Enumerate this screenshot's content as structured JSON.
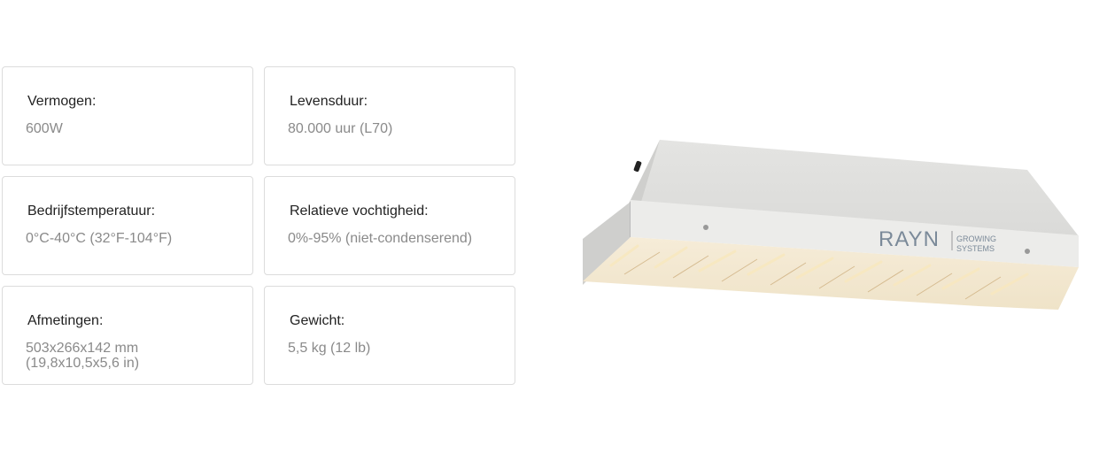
{
  "specs": [
    {
      "label": "Vermogen:",
      "value": "600W"
    },
    {
      "label": "Levensduur:",
      "value": "80.000 uur (L70)"
    },
    {
      "label": "Bedrijfstemperatuur:",
      "value": "0°C-40°C (32°F-104°F)"
    },
    {
      "label": "Relatieve vochtigheid:",
      "value": "0%-95% (niet-condenserend)"
    },
    {
      "label": "Afmetingen:",
      "value": "503x266x142 mm",
      "value2": "(19,8x10,5x5,6 in)"
    },
    {
      "label": "Gewicht:",
      "value": "5,5 kg (12 lb)"
    }
  ],
  "product": {
    "logo_main": "RAYN",
    "logo_sub1": "GROWING",
    "logo_sub2": "SYSTEMS"
  }
}
